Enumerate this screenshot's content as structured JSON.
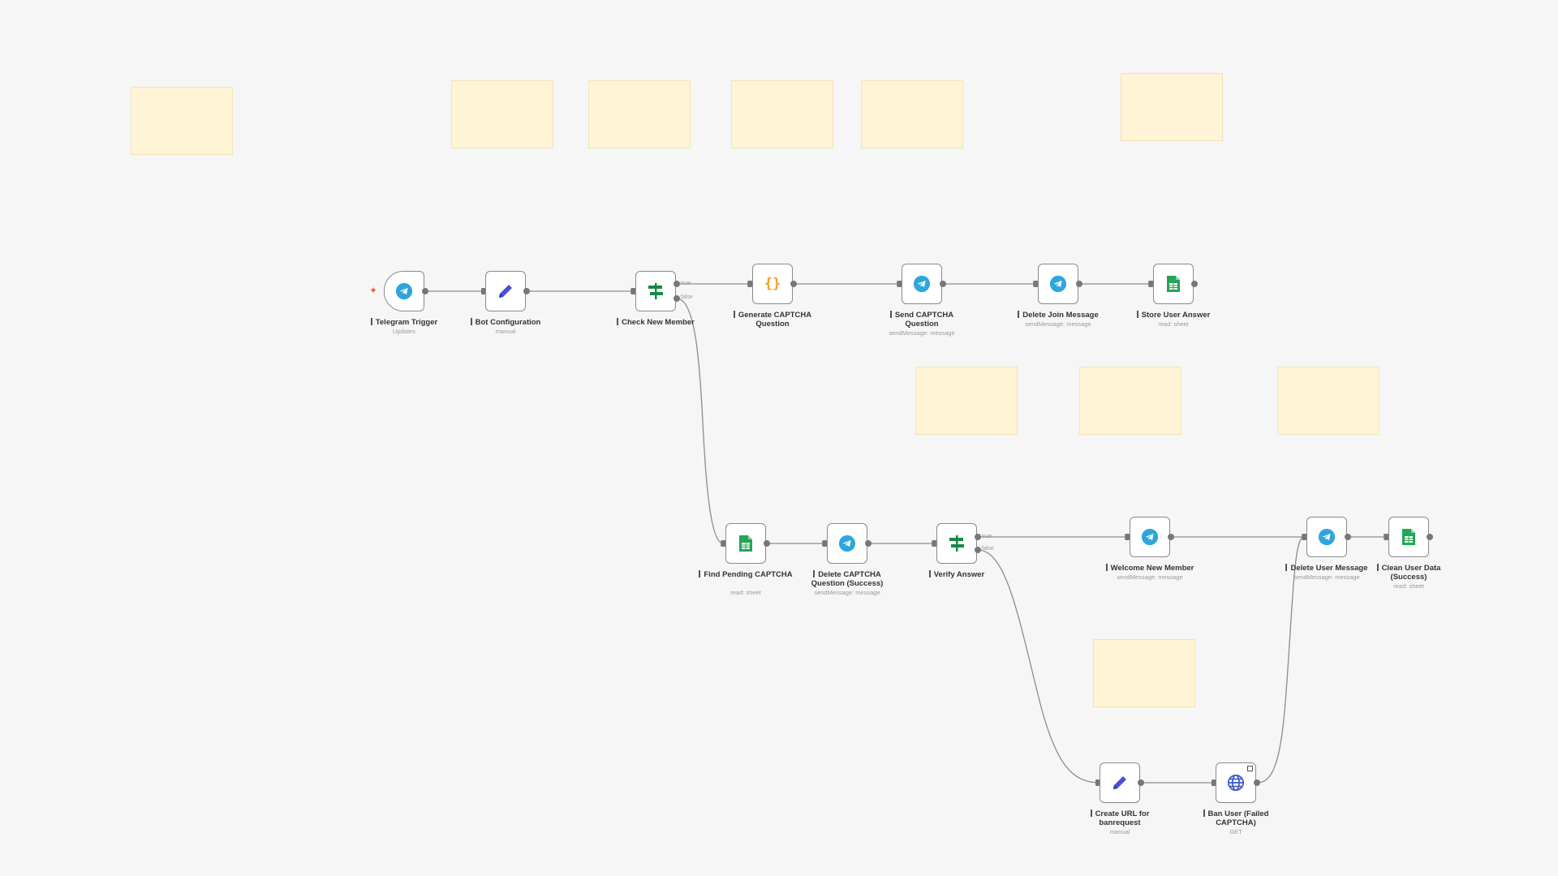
{
  "canvas": {
    "sticky_notes": [
      "",
      "",
      "",
      "",
      "",
      "",
      "",
      "",
      "",
      ""
    ]
  },
  "icons": {
    "telegram": "telegram-icon",
    "edit": "pencil-icon",
    "if": "if-branch-icon",
    "code": "code-braces-icon",
    "sheets": "google-sheets-icon",
    "http": "globe-icon"
  },
  "colors": {
    "telegram": "#2ea6dc",
    "edit": "#4b4ed8",
    "if": "#168a45",
    "code": "#f59f1b",
    "sheets": "#22a658",
    "http": "#3c55c8",
    "trigger_bolt": "#ff5c45",
    "sticky": "#fff4d5"
  },
  "nodes": {
    "telegram_trigger": {
      "title": "Telegram Trigger",
      "sub": "Updates"
    },
    "bot_configuration": {
      "title": "Bot Configuration",
      "sub": "manual"
    },
    "check_new_member": {
      "title": "Check New Member",
      "sub": "",
      "true_label": "true",
      "false_label": "false"
    },
    "generate_captcha": {
      "title": "Generate CAPTCHA Question",
      "sub": ""
    },
    "send_captcha": {
      "title": "Send CAPTCHA Question",
      "sub": "sendMessage: message"
    },
    "delete_join": {
      "title": "Delete Join Message",
      "sub": "sendMessage: message"
    },
    "store_user_answer": {
      "title": "Store User Answer",
      "sub": "read: sheet"
    },
    "find_pending": {
      "title": "Find Pending CAPTCHA",
      "sub": "read: sheet"
    },
    "delete_captcha_success": {
      "title": "Delete CAPTCHA Question (Success)",
      "sub": "sendMessage: message"
    },
    "verify_answer": {
      "title": "Verify Answer",
      "sub": "",
      "true_label": "true",
      "false_label": "false"
    },
    "welcome_new_member": {
      "title": "Welcome New Member",
      "sub": "sendMessage: message"
    },
    "delete_user_message": {
      "title": "Delete User Message",
      "sub": "sendMessage: message"
    },
    "clean_user_data": {
      "title": "Clean User Data (Success)",
      "sub": "read: sheet"
    },
    "create_url": {
      "title": "Create URL for banrequest",
      "sub": "manual"
    },
    "ban_user": {
      "title": "Ban User (Failed CAPTCHA)",
      "sub": "GET"
    }
  }
}
